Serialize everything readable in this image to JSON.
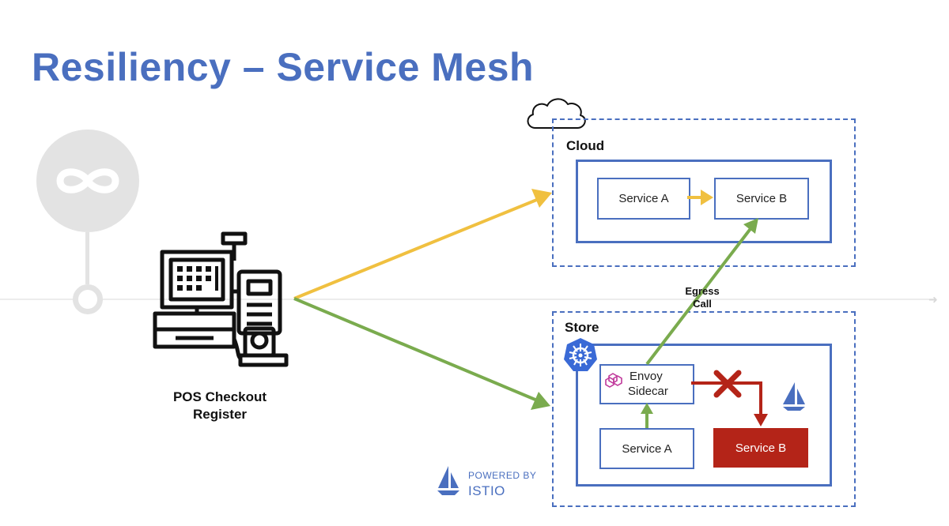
{
  "slide": {
    "title": "Resiliency – Service Mesh"
  },
  "pos": {
    "label_line1": "POS Checkout",
    "label_line2": "Register"
  },
  "cloud": {
    "label": "Cloud",
    "service_a": "Service A",
    "service_b": "Service B"
  },
  "store": {
    "label": "Store",
    "envoy_line1": "Envoy",
    "envoy_line2": "Sidecar",
    "service_a": "Service A",
    "service_b": "Service B"
  },
  "egress": {
    "line1": "Egress",
    "line2": "Call"
  },
  "powered_by": {
    "prefix": "POWERED BY",
    "name": "ISTIO"
  },
  "colors": {
    "accent": "#4a6fbf",
    "arrow_yellow": "#f0c040",
    "arrow_green": "#7aab4e",
    "failure_red": "#b42418"
  },
  "icons": [
    "infinity-icon",
    "pos-register-icon",
    "cloud-icon",
    "kubernetes-icon",
    "envoy-icon",
    "istio-sail-icon",
    "failure-x-icon"
  ]
}
